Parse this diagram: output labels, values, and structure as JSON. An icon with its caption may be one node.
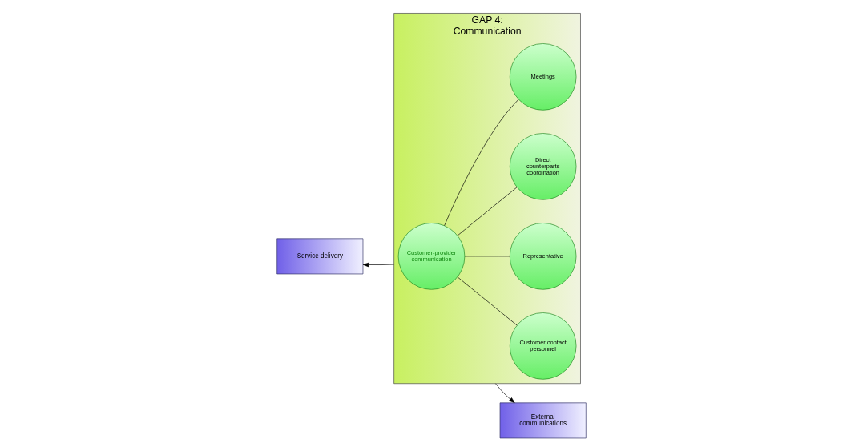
{
  "diagram": {
    "nodes": [
      {
        "text": [
          "GAP 4: Communication"
        ]
      },
      {
        "text": [
          "Customer contact personnel"
        ],
        "in": 0
      },
      {
        "text": [
          "Representative"
        ],
        "in": 0
      },
      {
        "text": [
          "Customer-provider communication"
        ],
        "in": 0
      },
      {
        "text": [
          "Direct counterparts coordination"
        ],
        "in": 0
      },
      {
        "text": [
          "Meetings"
        ],
        "in": 0
      },
      {
        "text": [
          "Service delivery"
        ]
      },
      {
        "text": [
          "External communications"
        ]
      }
    ],
    "edges": [
      {
        "from": 3,
        "to": 1,
        "arrow": "none"
      },
      {
        "from": 3,
        "to": 2,
        "arrow": "none"
      },
      {
        "from": 3,
        "to": 4,
        "arrow": "none"
      },
      {
        "from": 3,
        "to": 5,
        "arrow": "none"
      },
      {
        "from": 0,
        "to": 6,
        "arrow": "to"
      },
      {
        "from": 0,
        "to": 7,
        "arrow": "to"
      }
    ]
  }
}
